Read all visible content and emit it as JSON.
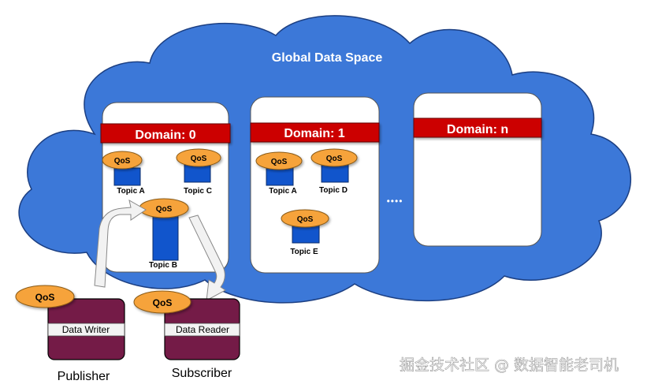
{
  "diagram": {
    "title": "Global Data Space",
    "domains": [
      {
        "label": "Domain: 0",
        "topics": [
          {
            "name": "Topic A",
            "qos": "QoS"
          },
          {
            "name": "Topic C",
            "qos": "QoS"
          },
          {
            "name": "Topic B",
            "qos": "QoS"
          }
        ]
      },
      {
        "label": "Domain: 1",
        "topics": [
          {
            "name": "Topic A",
            "qos": "QoS"
          },
          {
            "name": "Topic D",
            "qos": "QoS"
          },
          {
            "name": "Topic E",
            "qos": "QoS"
          }
        ]
      },
      {
        "label": "Domain: n",
        "topics": []
      }
    ],
    "ellipsis": "••••",
    "publisher": {
      "qos": "QoS",
      "component": "Data Writer",
      "label": "Publisher"
    },
    "subscriber": {
      "qos": "QoS",
      "component": "Data Reader",
      "label": "Subscriber"
    },
    "watermark": "掘金技术社区 @ 数据智能老司机"
  },
  "colors": {
    "cloud": "#3c78d8",
    "domain_header": "#cc0000",
    "qos": "#f6a33b",
    "topic": "#1155cc",
    "endpoint": "#741b47"
  }
}
